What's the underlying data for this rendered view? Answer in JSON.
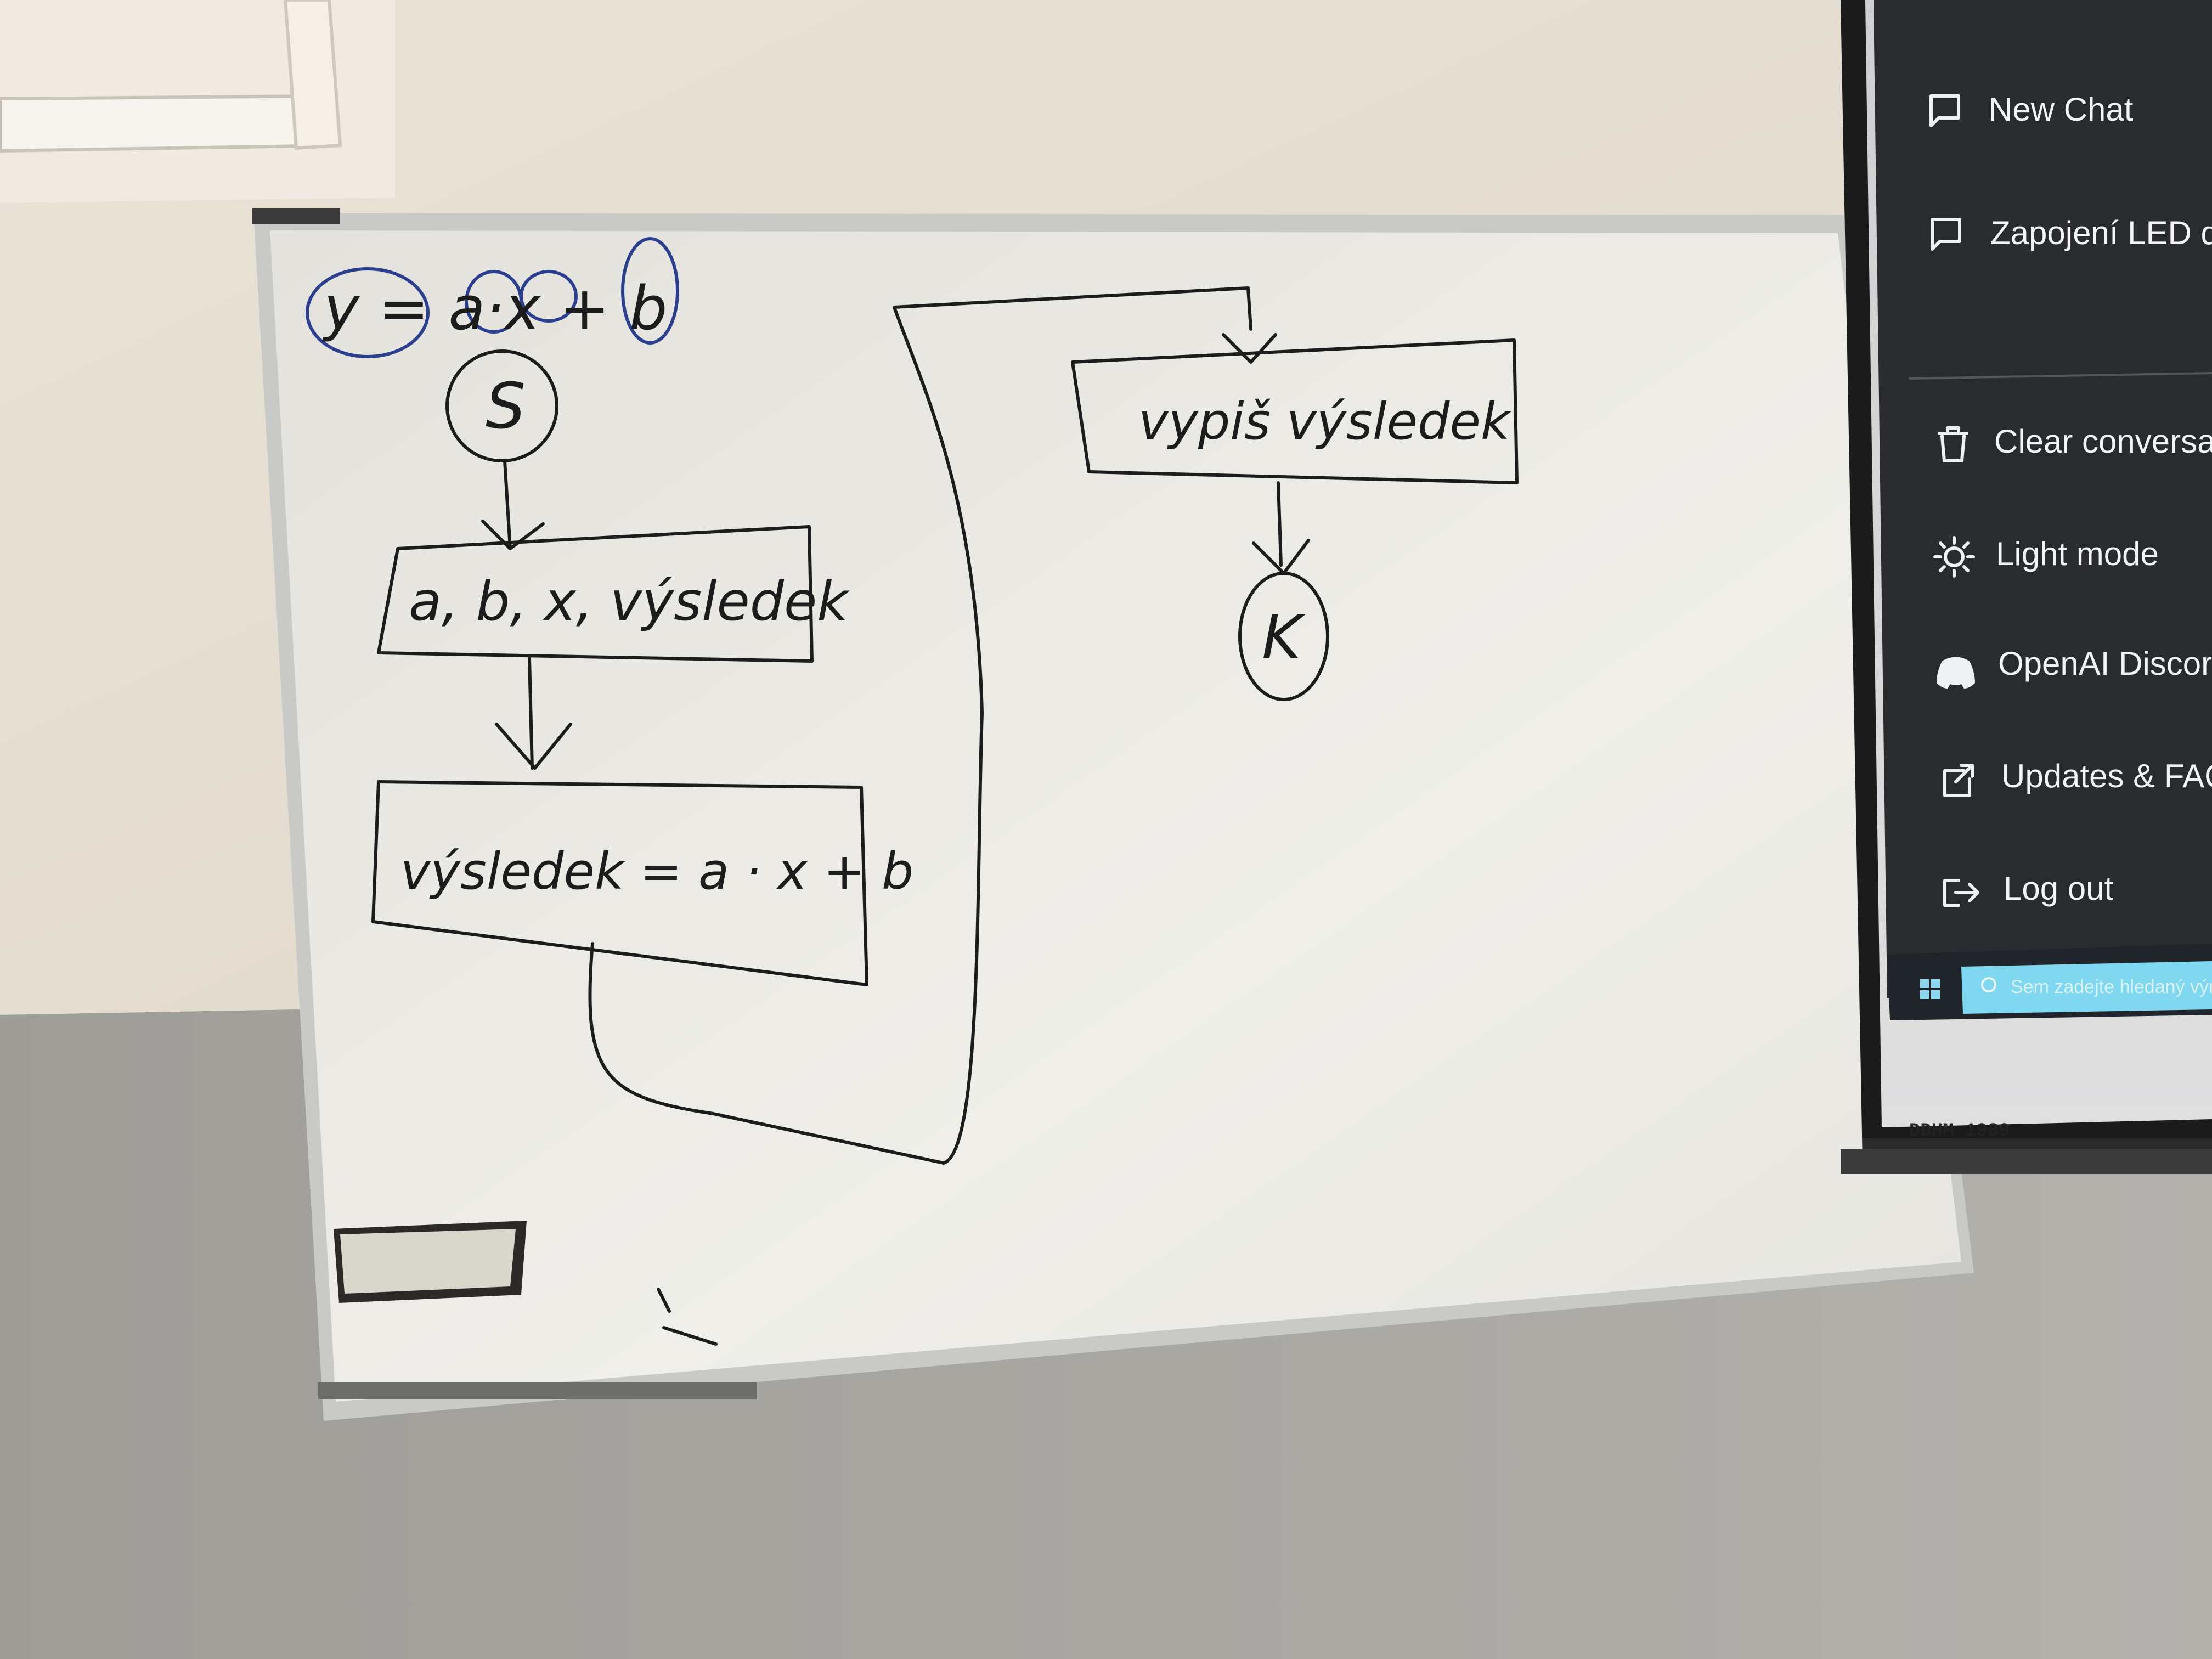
{
  "whiteboard": {
    "equation": "y = a·x + b",
    "start_symbol": "S",
    "input_box": "a, b, x, výsledek",
    "process_box": "výsledek = a · x + b",
    "output_box": "vypiš výsledek",
    "end_symbol": "K"
  },
  "projector_screen": {
    "sidebar_items": [
      {
        "icon": "chat-bubble-icon",
        "label": "New Chat"
      },
      {
        "icon": "chat-bubble-icon",
        "label": "Zapojení LED dio"
      },
      {
        "icon": "trash-icon",
        "label": "Clear conversatio"
      },
      {
        "icon": "sun-icon",
        "label": "Light mode"
      },
      {
        "icon": "discord-icon",
        "label": "OpenAI Discord"
      },
      {
        "icon": "external-link-icon",
        "label": "Updates & FAQ"
      },
      {
        "icon": "logout-icon",
        "label": "Log out"
      }
    ],
    "taskbar_search_placeholder": "Sem zadejte hledaný výra",
    "screen_frame_label": "DDHM 1989"
  },
  "colors": {
    "wall_upper": "#e6dfd3",
    "wall_lower": "#a9a7a2",
    "board": "#ecebe6",
    "marker": "#1c1c1c",
    "marker_blue": "#2a3f8f",
    "sidebar": "#202123",
    "taskbar_search": "#7fd8ef"
  }
}
